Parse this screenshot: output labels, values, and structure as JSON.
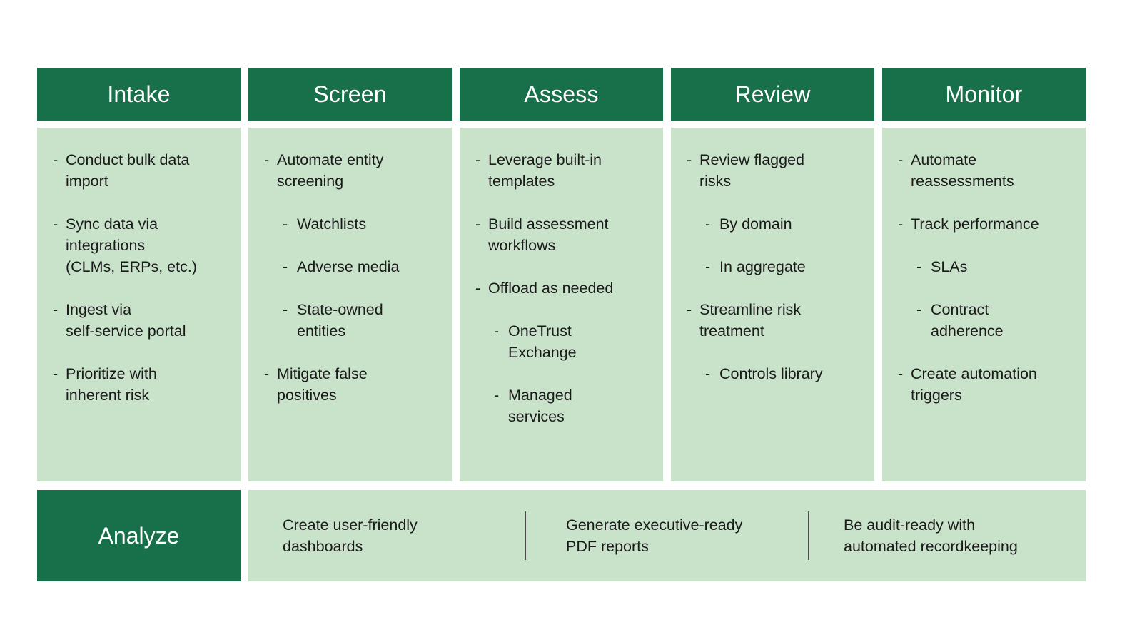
{
  "theme": {
    "header_green": "#17704a",
    "panel_green": "#c8e3ca",
    "text_color": "#1a1a1a",
    "header_text_color": "#ffffff",
    "divider_color": "#4a4a4a"
  },
  "columns": [
    {
      "title": "Intake",
      "bullets": [
        {
          "level": 1,
          "text": "Conduct bulk data\nimport"
        },
        {
          "level": 1,
          "text": "Sync data via\nintegrations\n(CLMs, ERPs, etc.)"
        },
        {
          "level": 1,
          "text": "Ingest via\nself-service portal"
        },
        {
          "level": 1,
          "text": "Prioritize with\ninherent risk"
        }
      ]
    },
    {
      "title": "Screen",
      "bullets": [
        {
          "level": 1,
          "text": "Automate entity\nscreening"
        },
        {
          "level": 2,
          "text": "Watchlists"
        },
        {
          "level": 2,
          "text": "Adverse media"
        },
        {
          "level": 2,
          "text": "State-owned\nentities"
        },
        {
          "level": 1,
          "text": "Mitigate false\npositives"
        }
      ]
    },
    {
      "title": "Assess",
      "bullets": [
        {
          "level": 1,
          "text": "Leverage built-in\ntemplates"
        },
        {
          "level": 1,
          "text": "Build assessment\nworkflows"
        },
        {
          "level": 1,
          "text": "Offload as needed"
        },
        {
          "level": 2,
          "text": "OneTrust\nExchange"
        },
        {
          "level": 2,
          "text": "Managed\nservices"
        }
      ]
    },
    {
      "title": "Review",
      "bullets": [
        {
          "level": 1,
          "text": "Review flagged\nrisks"
        },
        {
          "level": 2,
          "text": "By domain"
        },
        {
          "level": 2,
          "text": "In aggregate"
        },
        {
          "level": 1,
          "text": "Streamline risk\ntreatment"
        },
        {
          "level": 2,
          "text": "Controls library"
        }
      ]
    },
    {
      "title": "Monitor",
      "bullets": [
        {
          "level": 1,
          "text": "Automate\nreassessments"
        },
        {
          "level": 1,
          "text": "Track performance"
        },
        {
          "level": 2,
          "text": "SLAs"
        },
        {
          "level": 2,
          "text": "Contract\nadherence"
        },
        {
          "level": 1,
          "text": "Create automation\ntriggers"
        }
      ]
    }
  ],
  "analyze": {
    "title": "Analyze",
    "items": [
      "Create user-friendly\ndashboards",
      "Generate executive-ready\nPDF reports",
      "Be audit-ready with\nautomated recordkeeping"
    ]
  },
  "bullet_marker": "-"
}
